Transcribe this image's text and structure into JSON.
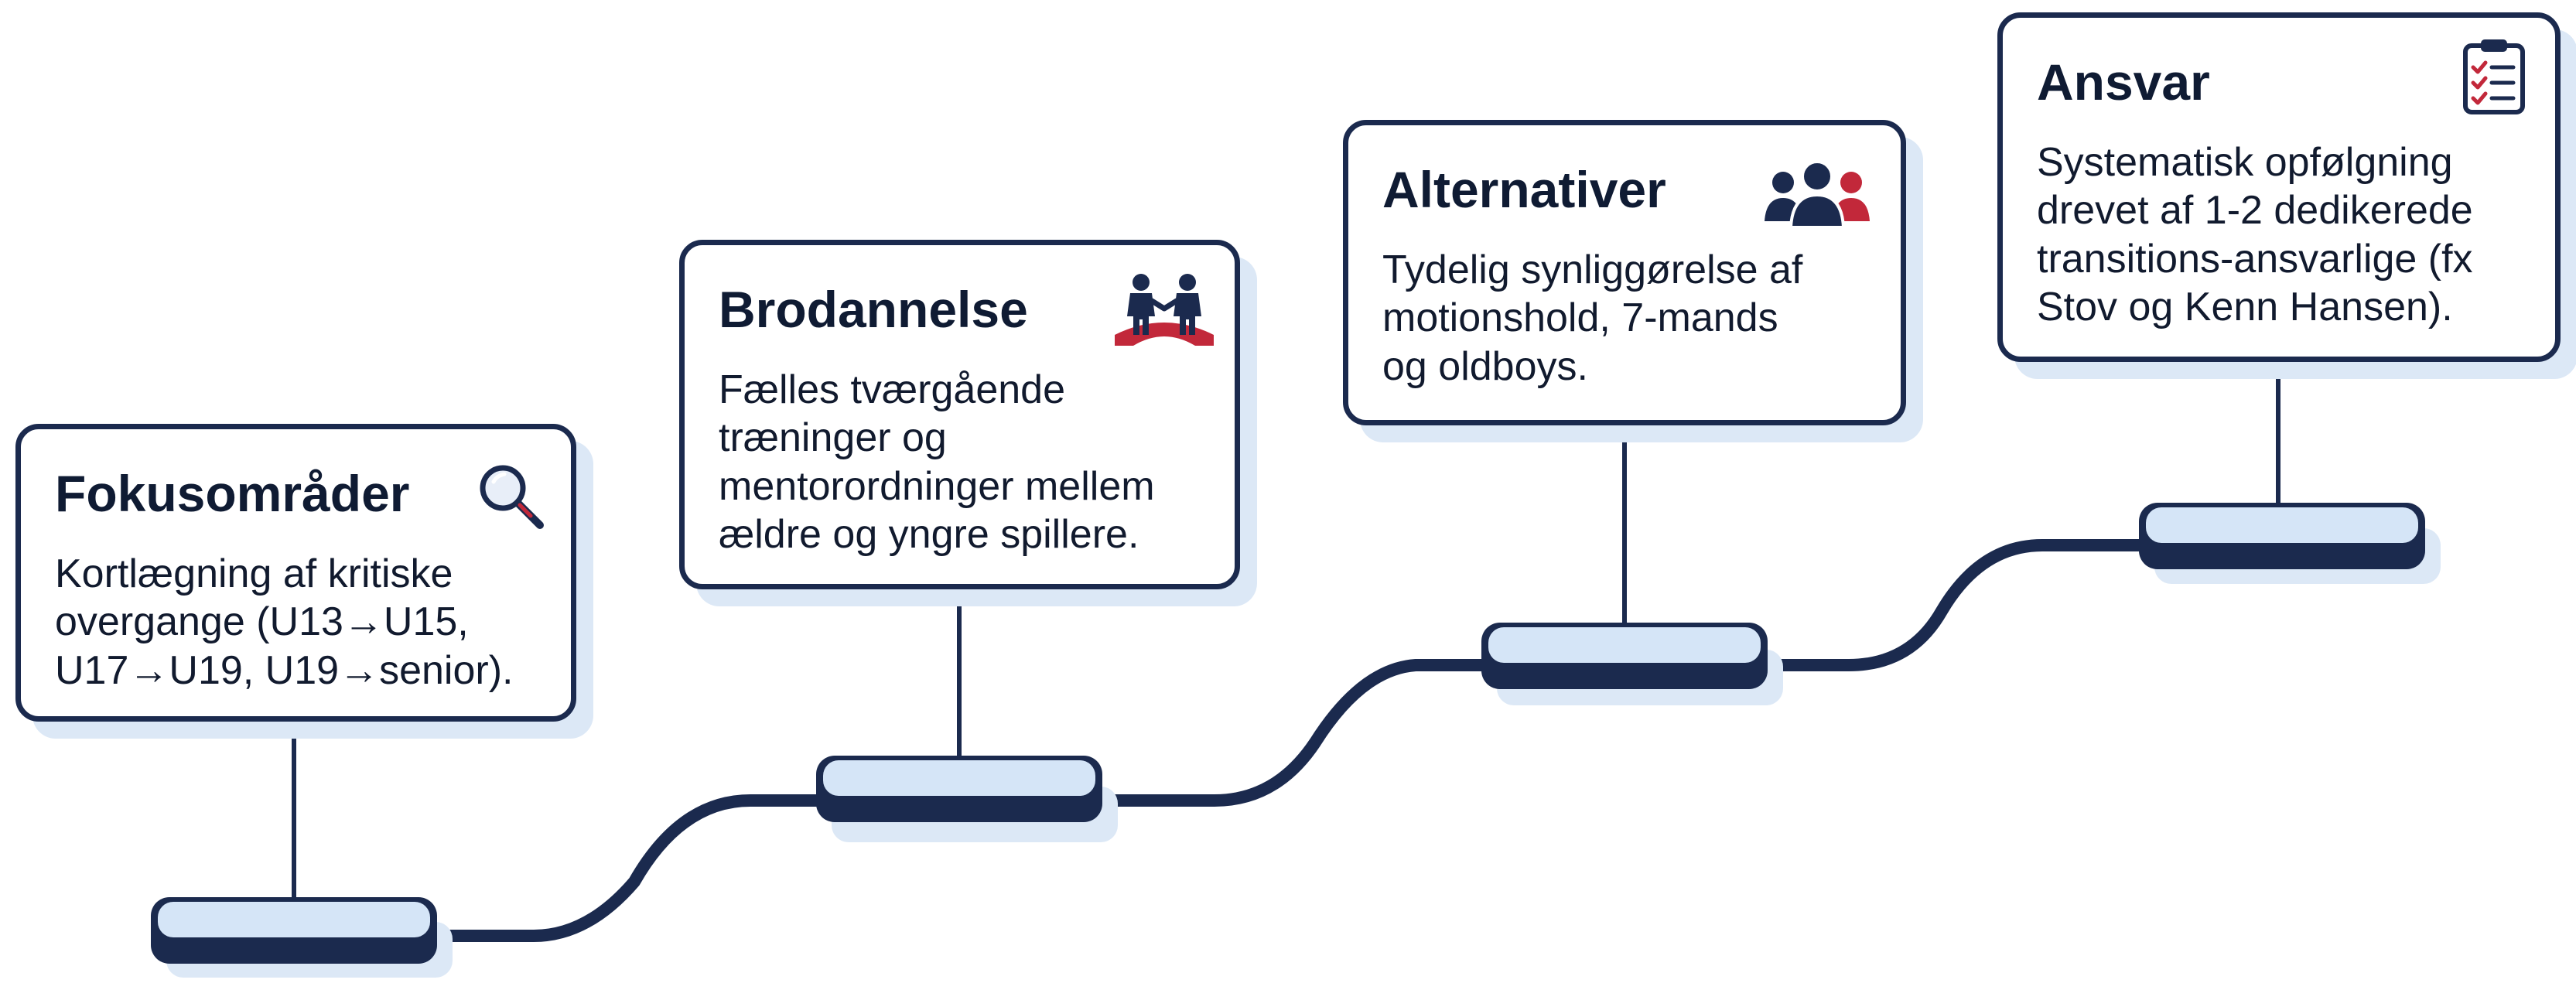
{
  "cards": [
    {
      "title": "Fokusområder",
      "body": "Kortlægning af kritiske\novergange (U13→U15,\nU17→U19, U19→senior).",
      "icon": "magnifier-icon"
    },
    {
      "title": "Brodannelse",
      "body": "Fælles tværgående\ntræninger og\nmentorordninger mellem\nældre og yngre spillere.",
      "icon": "bridge-people-icon"
    },
    {
      "title": "Alternativer",
      "body": "Tydelig synliggørelse af\nmotionshold, 7-mands\nog oldboys.",
      "icon": "group-icon"
    },
    {
      "title": "Ansvar",
      "body": "Systematisk opfølgning\ndrevet af 1-2 dedikerede\ntransitions-ansvarlige (fx\nStov og Kenn Hansen).",
      "icon": "checklist-icon"
    }
  ],
  "colors": {
    "navy": "#1b2a4e",
    "step_fill": "#d5e5f7",
    "shadow": "#dce8f6",
    "accent_red": "#c2283a"
  }
}
